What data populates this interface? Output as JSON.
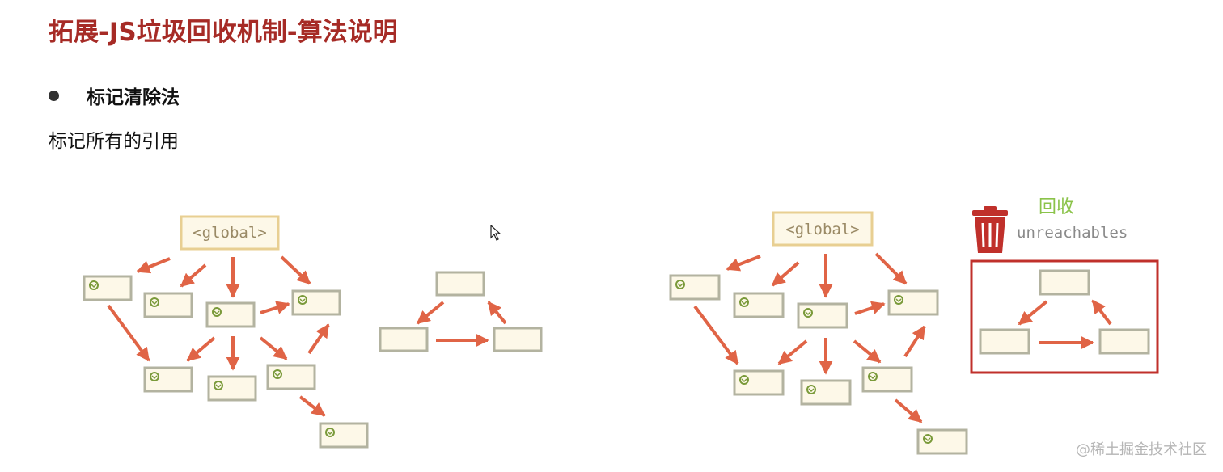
{
  "title": "拓展-JS垃圾回收机制-算法说明",
  "bullet": "标记清除法",
  "description": "标记所有的引用",
  "diagram": {
    "global_label": "<global>",
    "recycle_label": "回收",
    "unreachables_label": "unreachables",
    "colors": {
      "arrow": "#e06446",
      "node_fill": "#fdf8e8",
      "node_border": "#b3b3a0",
      "global_border": "#e8cf92",
      "mark": "#7a9a3a",
      "unreachable_box": "#c0302b",
      "trash": "#c0302b",
      "recycle": "#8bc34a"
    }
  },
  "watermark": "@稀土掘金技术社区"
}
